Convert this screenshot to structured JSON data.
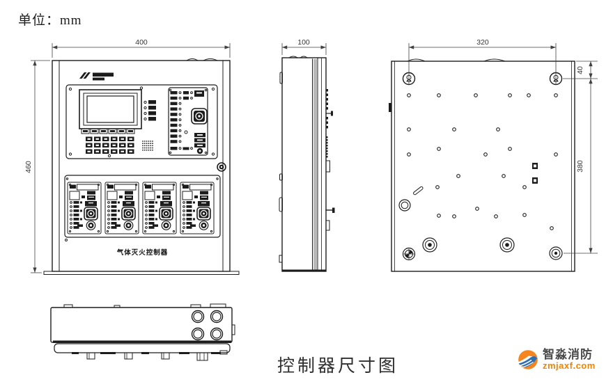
{
  "sheet": {
    "unit_label": "单位：mm",
    "caption": "控制器尺寸图"
  },
  "front_view": {
    "width_dim": "400",
    "height_dim": "460",
    "device_label": "气体灭火控制器"
  },
  "side_view": {
    "depth_dim": "100"
  },
  "back_view": {
    "mount_span_dim": "320",
    "mount_top_offset_dim": "40",
    "mount_height_dim": "380"
  },
  "branding": {
    "name": "智淼消防",
    "url": "zmjaxf.com",
    "orange": "#f08300",
    "blue": "#2e6eb4",
    "text_gray": "#4a4a4a"
  },
  "drawing": {
    "line_color": "#1c1c1c",
    "dim_color": "#404040",
    "background": "#ffffff"
  }
}
